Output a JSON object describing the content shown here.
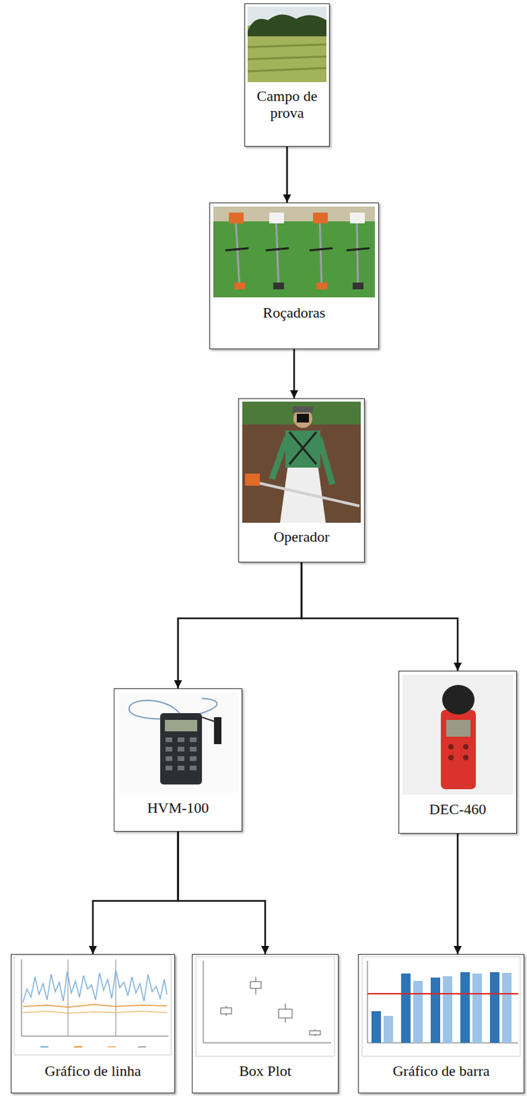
{
  "diagram": {
    "nodes": [
      {
        "text": [
          "Campo de prova"
        ]
      },
      {
        "text": [
          "Roçadoras"
        ]
      },
      {
        "text": [
          "Operador"
        ]
      },
      {
        "text": [
          "HVM-100"
        ]
      },
      {
        "text": [
          "DEC-460"
        ]
      },
      {
        "text": [
          "Gráfico de linha"
        ]
      },
      {
        "text": [
          "Box Plot"
        ]
      },
      {
        "text": [
          "Gráfico de barra"
        ]
      }
    ],
    "edges": [
      {
        "from": 0,
        "to": 1,
        "arrow": "to"
      },
      {
        "from": 1,
        "to": 2,
        "arrow": "to"
      },
      {
        "from": 2,
        "to": 3,
        "arrow": "to"
      },
      {
        "from": 2,
        "to": 4,
        "arrow": "to"
      },
      {
        "from": 3,
        "to": 5,
        "arrow": "to"
      },
      {
        "from": 3,
        "to": 6,
        "arrow": "to"
      },
      {
        "from": 4,
        "to": 7,
        "arrow": "to"
      }
    ]
  }
}
